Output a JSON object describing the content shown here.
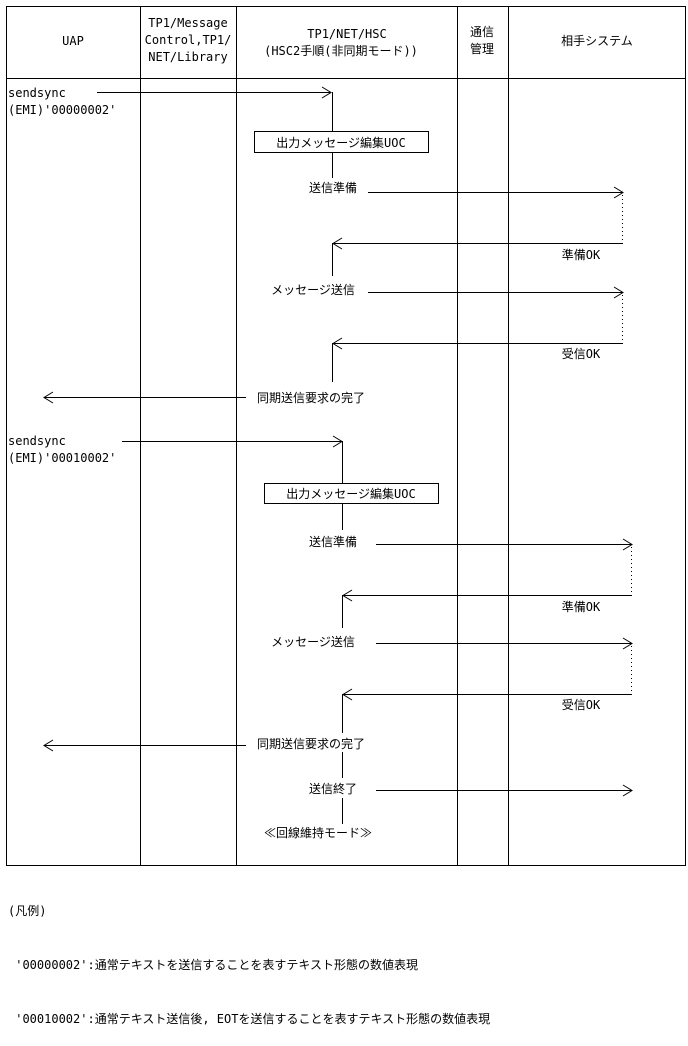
{
  "columns": {
    "uap": "UAP",
    "tp1_mcf": [
      "TP1/Message",
      "Control,TP1/",
      "NET/Library"
    ],
    "tp1_net": [
      "TP1/NET/HSC",
      "(HSC2手順(非同期モード))"
    ],
    "comm": [
      "通信",
      "管理"
    ],
    "remote": "相手システム"
  },
  "sequence1": {
    "call": "sendsync",
    "emi": "(EMI)'00000002'",
    "uoc": "出力メッセージ編集UOC",
    "prepare": "送信準備",
    "prepare_ok": "準備OK",
    "msg_send": "メッセージ送信",
    "recv_ok": "受信OK",
    "complete": "同期送信要求の完了"
  },
  "sequence2": {
    "call": "sendsync",
    "emi": "(EMI)'00010002'",
    "uoc": "出力メッセージ編集UOC",
    "prepare": "送信準備",
    "prepare_ok": "準備OK",
    "msg_send": "メッセージ送信",
    "recv_ok": "受信OK",
    "complete": "同期送信要求の完了",
    "end": "送信終了",
    "keep_mode": "≪回線維持モード≫"
  },
  "legend": {
    "title": "(凡例)",
    "line1": " '00000002':通常テキストを送信することを表すテキスト形態の数値表現",
    "line2": " '00010002':通常テキスト送信後, EOTを送信することを表すテキスト形態の数値表現"
  }
}
